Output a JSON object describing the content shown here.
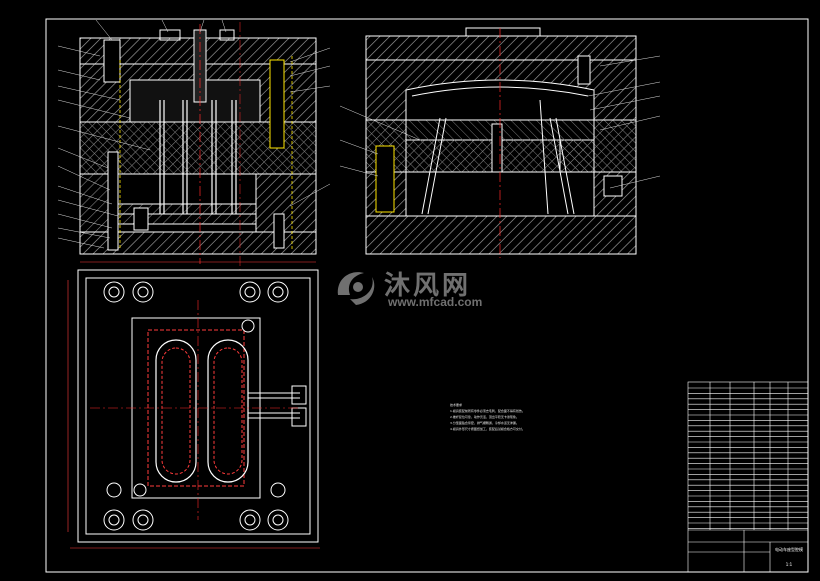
{
  "drawing": {
    "watermark": {
      "brand": "沐风网",
      "url": "www.mfcad.com"
    },
    "technical_requirements": {
      "title": "技术要求",
      "lines": [
        "1.模具装配前所有零件必须去毛刺，配合面不得有划伤。",
        "2.推杆复位可靠，动作灵活，顶出平稳无卡滞现象。",
        "3.分型面贴合紧密，排气槽畅通，冷却水道无渗漏。",
        "4.模具外形尺寸按图纸加工，装配后试模合格方可交付。"
      ]
    },
    "title_block": {
      "drawing_title": "电动车座型腔模",
      "scale": "1:1"
    },
    "colors": {
      "background": "#000000",
      "outline": "#ffffff",
      "hatch": "#8a8a8a",
      "centerline": "#ff2a2a",
      "dimension": "#ff3b3b",
      "hidden": "#ffe600",
      "leader": "#dcdcdc"
    }
  }
}
